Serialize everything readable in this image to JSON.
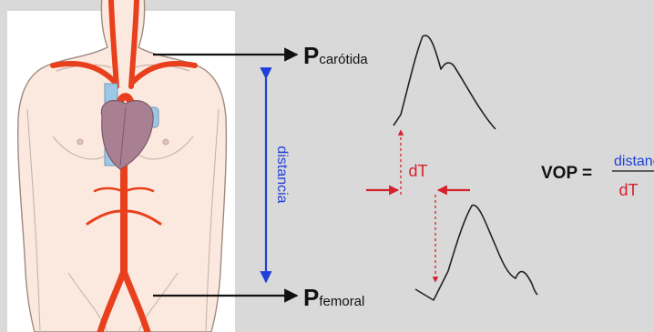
{
  "labels": {
    "p_letter": "P",
    "carotid_sub": "carótida",
    "femoral_sub": "femoral",
    "distance_vertical": "distancia",
    "dt_label": "dT",
    "formula_lhs": "VOP =",
    "formula_numerator": "distancia",
    "formula_denominator": "dT"
  },
  "colors": {
    "background_panel": "#d9d9d9",
    "skin": "#fbe9df",
    "skin_outline": "#9e8a80",
    "artery": "#e8401c",
    "vein": "#9cc8e6",
    "heart": "#a97f92",
    "distance_arrow": "#1f3fd8",
    "dt_color": "#d6202a",
    "pulse_waveform": "#222222"
  }
}
